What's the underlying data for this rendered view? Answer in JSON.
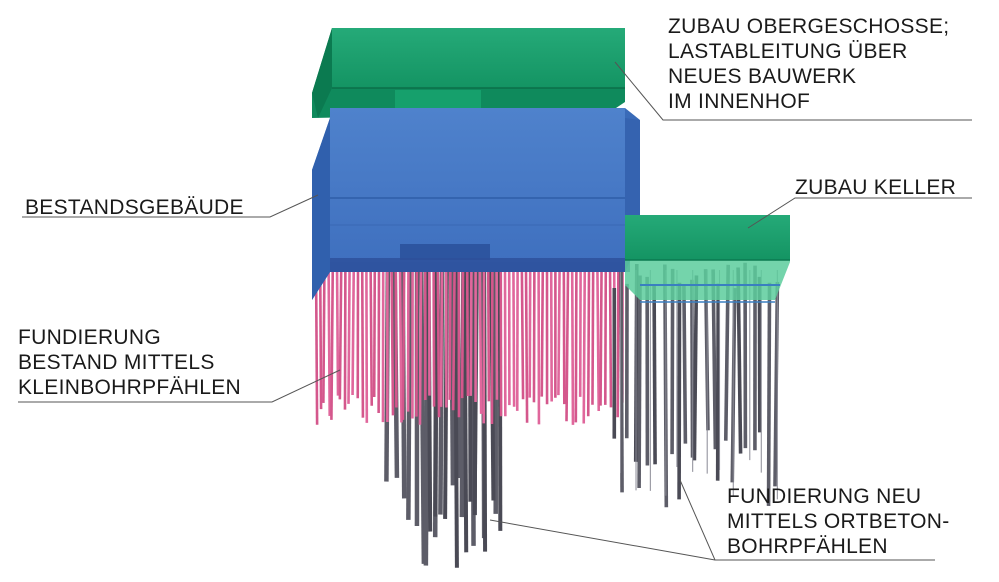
{
  "labels": {
    "zubau_og": [
      "ZUBAU OBERGESCHOSSE;",
      "LASTABLEITUNG ÜBER",
      "NEUES BAUWERK",
      "IM INNENHOF"
    ],
    "bestand": [
      "BESTANDSGEBÄUDE"
    ],
    "zubau_keller": [
      "ZUBAU KELLER"
    ],
    "fundierung_bestand": [
      "FUNDIERUNG",
      "BESTAND MITTELS",
      "KLEINBOHRPFÄHLEN"
    ],
    "fundierung_neu": [
      "FUNDIERUNG NEU",
      "MITTELS ORTBETON-",
      "BOHRPFÄHLEN"
    ]
  },
  "colors": {
    "existing_building": "#4a7bc4",
    "existing_building_dark": "#3868b8",
    "addition_green": "#1fa272",
    "addition_green_dark": "#0f8a5c",
    "micropiles_pink": "#e0679c",
    "bored_piles_gray": "#5d5d68",
    "leader_line": "#555555"
  }
}
